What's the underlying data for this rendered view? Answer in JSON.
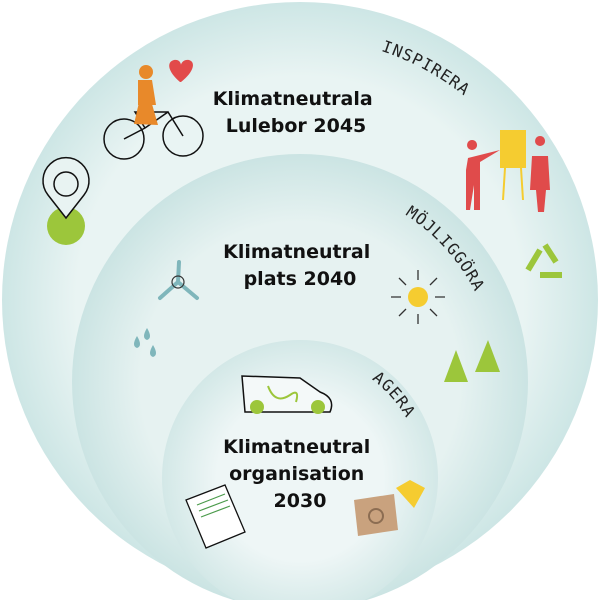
{
  "rings": [
    {
      "label": "INSPIRERA",
      "title_lines": [
        "Klimatneutrala",
        "Lulebor 2045"
      ]
    },
    {
      "label": "MÖJLIGGÖRA",
      "title_lines": [
        "Klimatneutral",
        "plats 2040"
      ]
    },
    {
      "label": "AGERA",
      "title_lines": [
        "Klimatneutral",
        "organisation",
        "2030"
      ]
    }
  ],
  "colors": {
    "ring": "#d6ebea",
    "ring_edge": "#c3e0df",
    "green": "#9cc63b",
    "orange": "#e8892a",
    "red": "#e04b4b",
    "yellow": "#f5cc30"
  },
  "icons": [
    "cyclist-icon",
    "heart-icon",
    "location-pin-icon",
    "presentation-icon",
    "recycle-icon",
    "wind-turbine-icon",
    "water-drops-icon",
    "sun-icon",
    "trees-icon",
    "electric-car-icon",
    "document-icon",
    "recycling-box-icon"
  ]
}
